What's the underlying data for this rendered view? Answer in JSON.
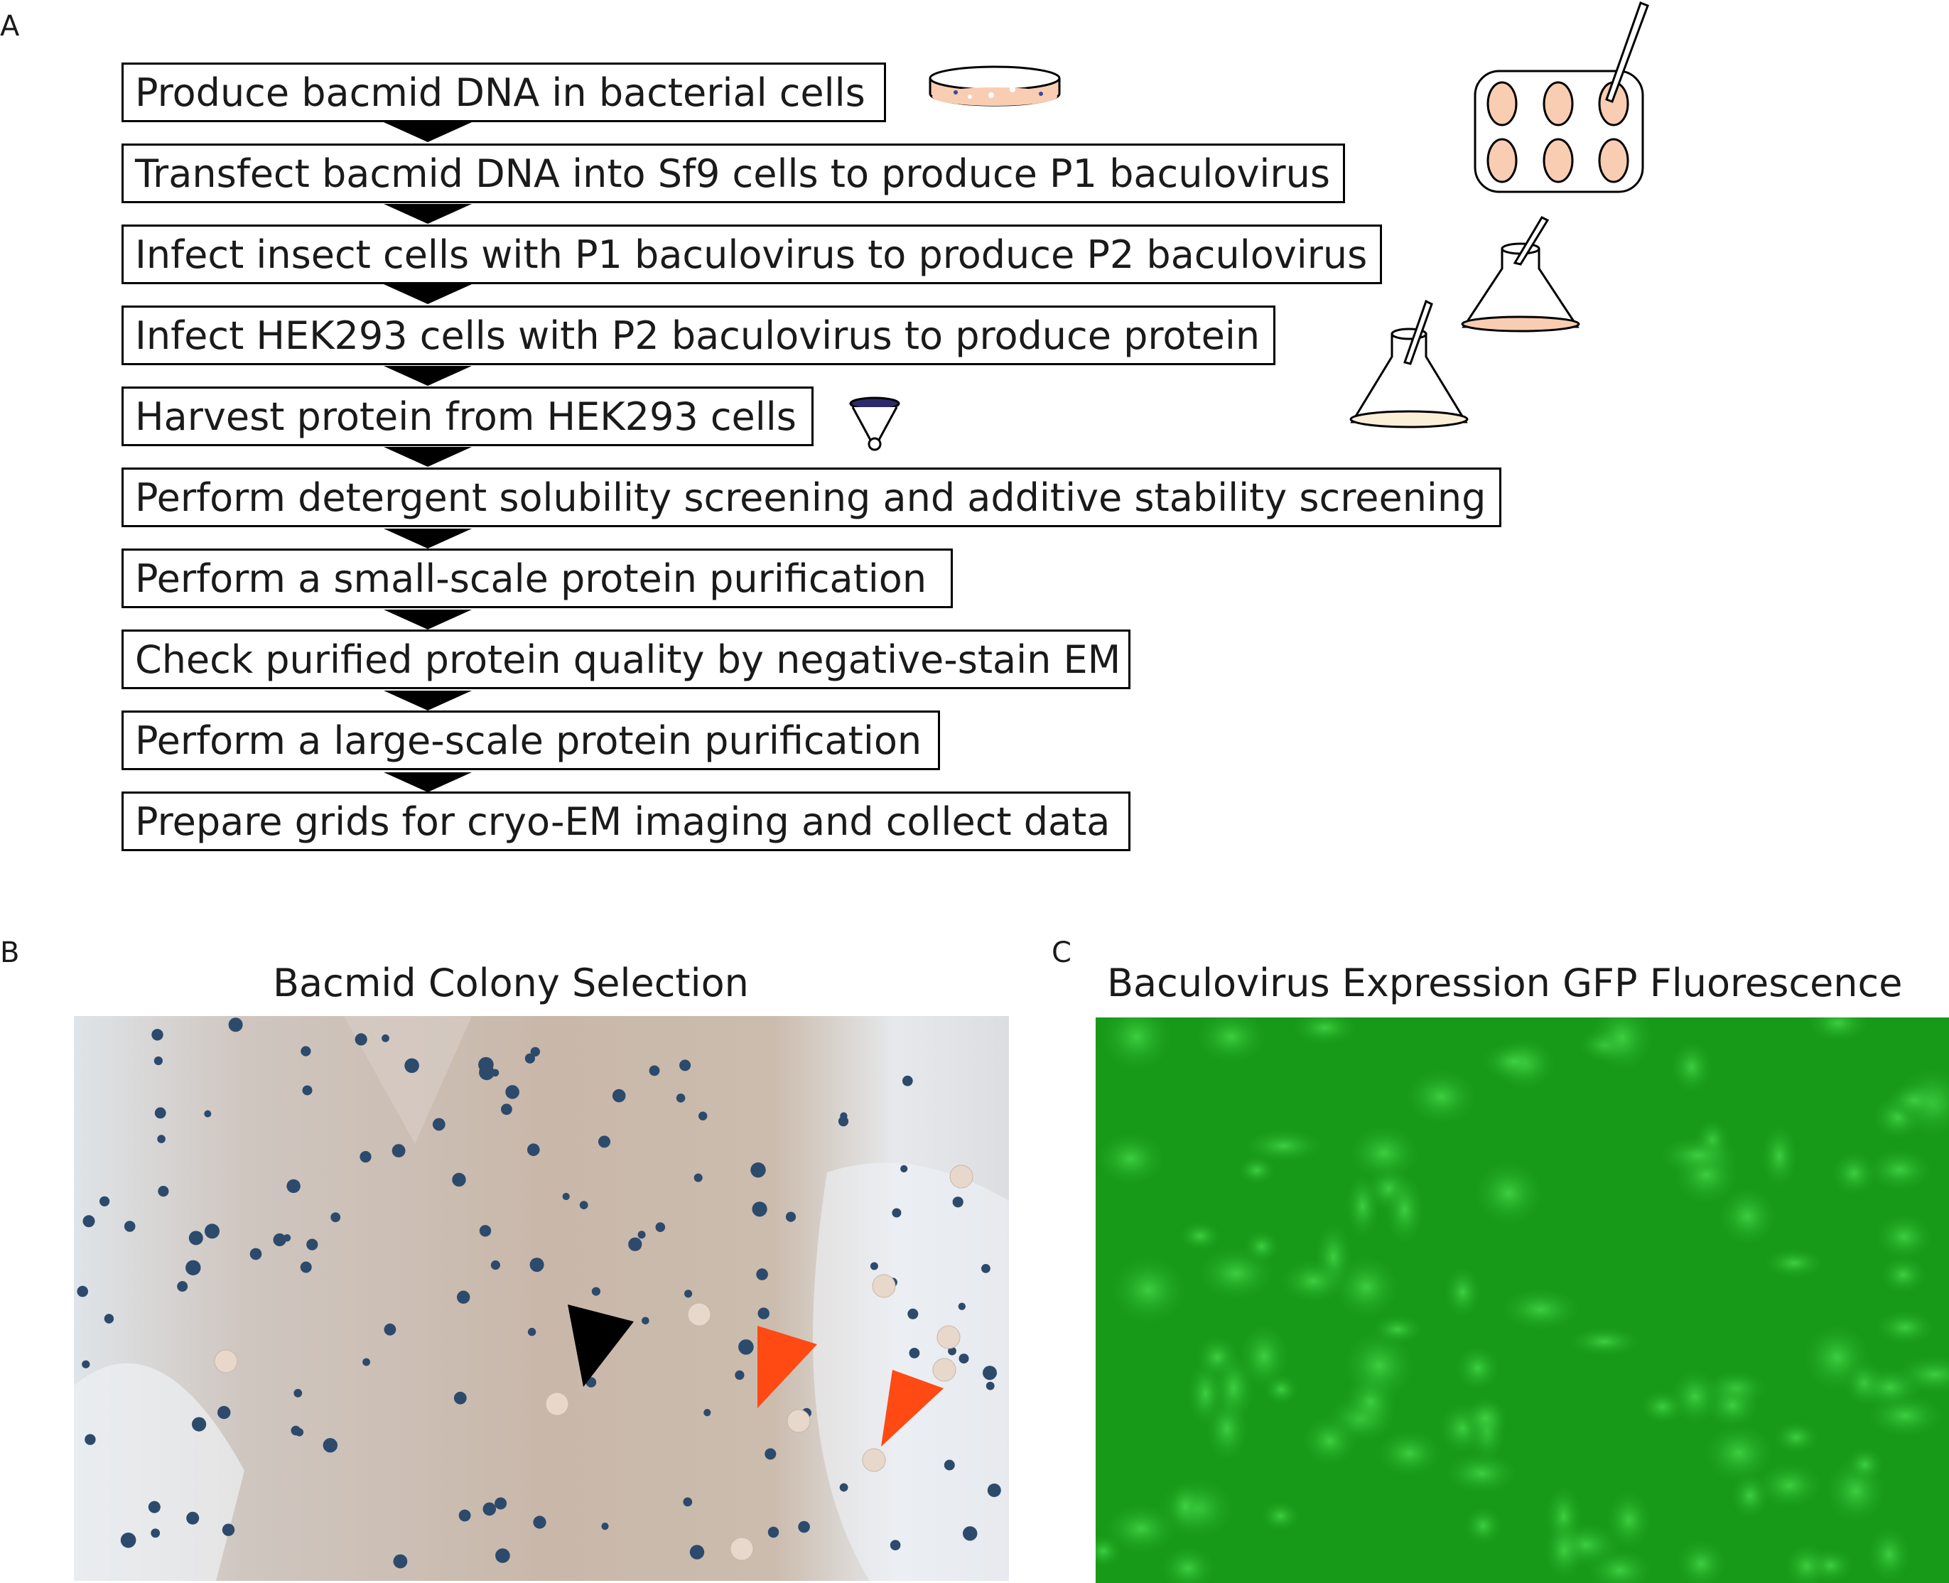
{
  "panels": {
    "a": {
      "letter": "A"
    },
    "b": {
      "letter": "B",
      "title": "Bacmid Colony Selection"
    },
    "c": {
      "letter": "C",
      "title": "Baculovirus Expression GFP Fluorescence"
    }
  },
  "workflow": {
    "steps": [
      "Produce bacmid DNA in bacterial cells",
      "Transfect bacmid DNA into Sf9 cells to produce P1 baculovirus",
      "Infect insect cells with P1 baculovirus to produce P2 baculovirus",
      "Infect HEK293 cells with P2 baculovirus to produce protein",
      "Harvest protein from HEK293 cells",
      "Perform detergent solubility screening and additive stability screening",
      "Perform a small-scale protein purification",
      "Check purified protein quality by negative-stain EM",
      "Perform a large-scale protein purification",
      "Prepare grids for cryo-EM imaging and collect data"
    ]
  },
  "icons": [
    "petri-dish-icon",
    "six-well-plate-icon",
    "erlenmeyer-flask-icon",
    "conical-tube-icon"
  ],
  "colors": {
    "cell_fill": "#f8cdb2",
    "flask_fill_upper": "#f8cdb2",
    "flask_fill_lower": "#fbefd8",
    "tube_cap": "#2c2a6b",
    "blue_colony": "#2c4a6c",
    "white_colony": "#e8d8cc",
    "arrow_positive": "#ff4a14",
    "arrow_negative": "#000000",
    "gfp_green": "#179a18"
  }
}
